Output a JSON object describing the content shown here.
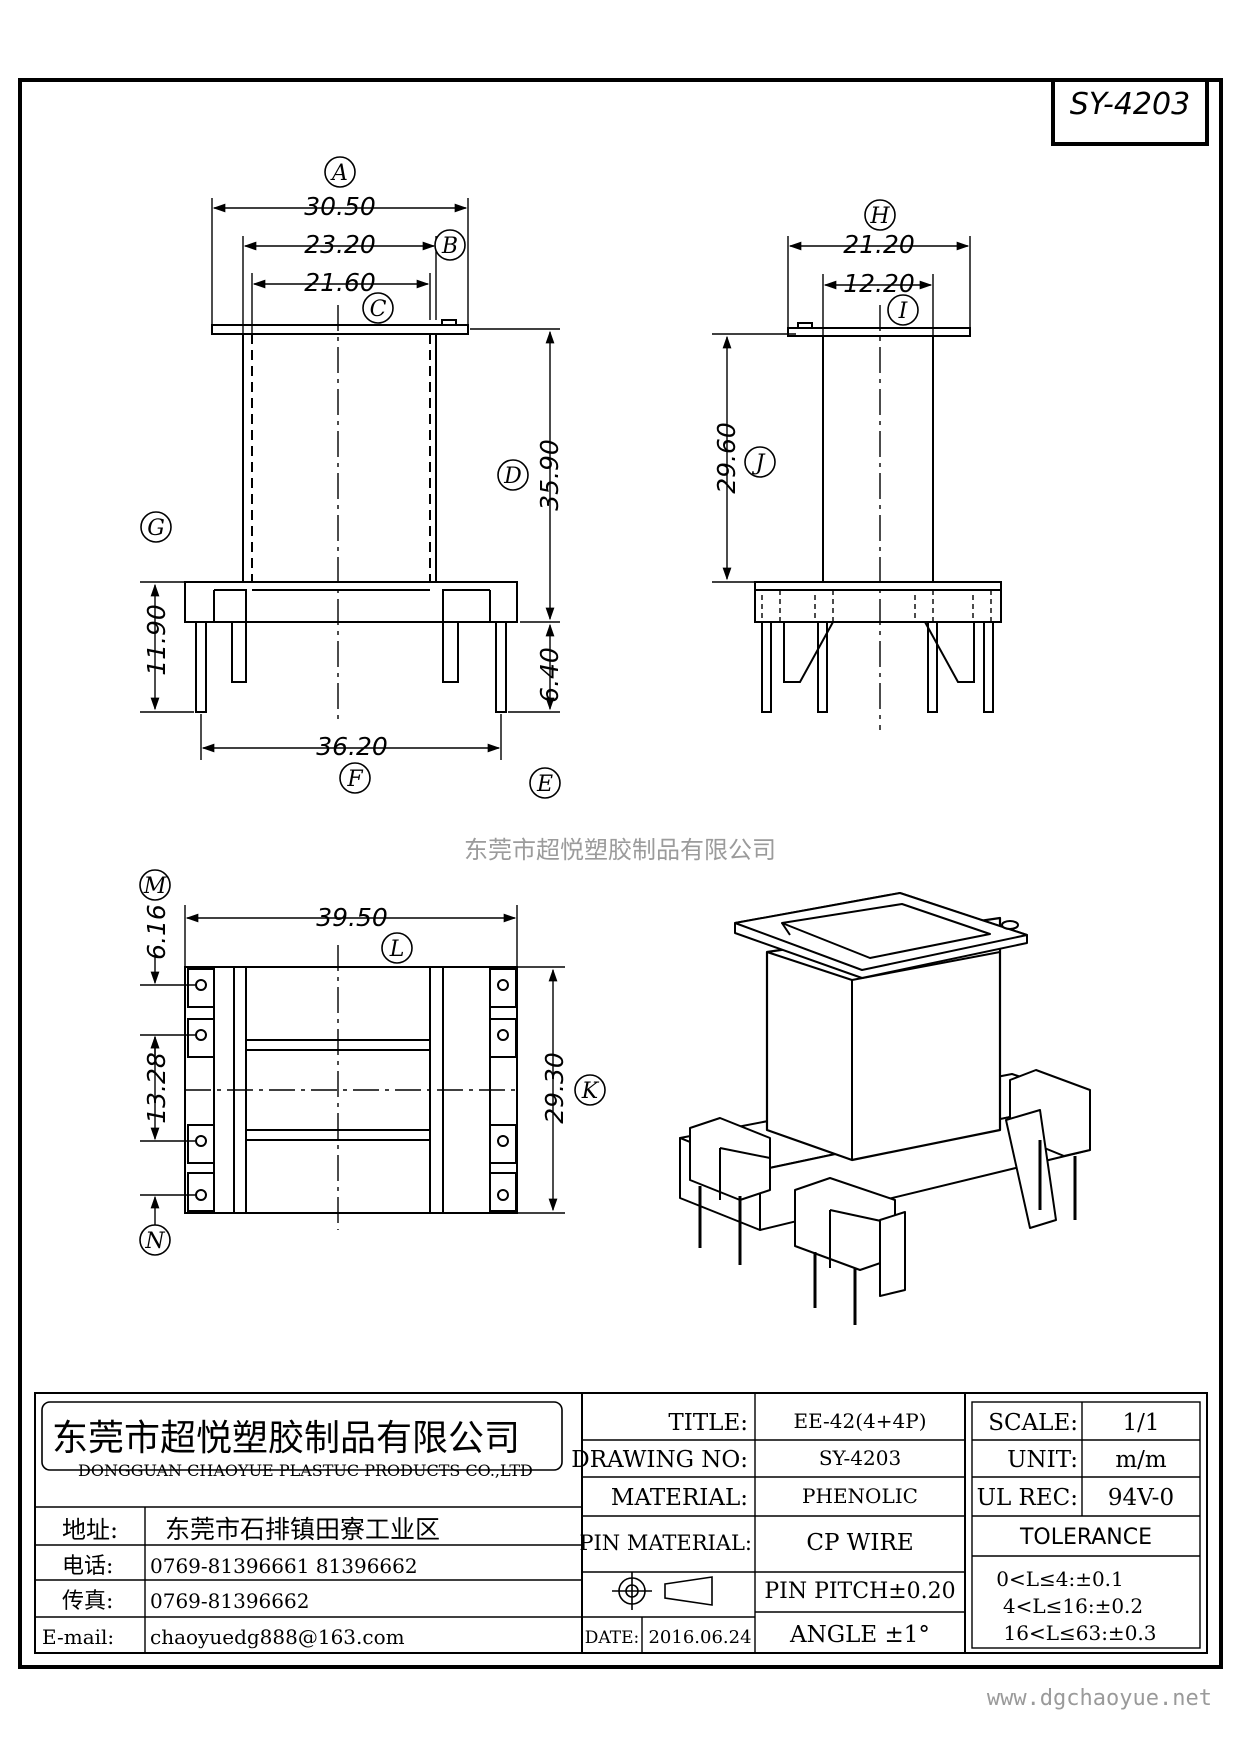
{
  "drawing": {
    "code": "SY-4203",
    "watermark": "东莞市超悦塑胶制品有限公司",
    "website": "www.dgchaoyue.net"
  },
  "dimensions": {
    "A": "30.50",
    "B": "23.20",
    "C": "21.60",
    "D": "35.90",
    "E": "6.40",
    "F": "36.20",
    "G": "11.90",
    "H": "21.20",
    "I": "12.20",
    "J": "29.60",
    "K": "29.30",
    "L": "39.50",
    "M": "6.16",
    "N": "13.28"
  },
  "labels": {
    "A": "A",
    "B": "B",
    "C": "C",
    "D": "D",
    "E": "E",
    "F": "F",
    "G": "G",
    "H": "H",
    "I": "I",
    "J": "J",
    "K": "K",
    "L": "L",
    "M": "M",
    "N": "N"
  },
  "company": {
    "name_cn": "东莞市超悦塑胶制品有限公司",
    "name_en": "DONGGUAN CHAOYUE PLASTUC PRODUCTS CO.,LTD",
    "address_label": "地址:",
    "address": "东莞市石排镇田寮工业区",
    "phone_label": "电话:",
    "phone": "0769-81396661  81396662",
    "fax_label": "传真:",
    "fax": "0769-81396662",
    "email_label": "E-mail:",
    "email": "chaoyuedg888@163.com"
  },
  "title_block": {
    "title_label": "TITLE:",
    "title": "EE-42(4+4P)",
    "drawing_no_label": "DRAWING NO:",
    "drawing_no": "SY-4203",
    "material_label": "MATERIAL:",
    "material": "PHENOLIC",
    "pin_material_label": "PIN MATERIAL:",
    "pin_material": "CP WIRE",
    "date_label": "DATE:",
    "date": "2016.06.24",
    "pin_pitch": "PIN PITCH±0.20",
    "angle": "ANGLE  ±1°",
    "scale_label": "SCALE:",
    "scale": "1/1",
    "unit_label": "UNIT:",
    "unit": "m/m",
    "ul_label": "UL REC:",
    "ul": "94V-0",
    "tolerance_label": "TOLERANCE",
    "tol1": "0<L≤4:±0.1",
    "tol2": "4<L≤16:±0.2",
    "tol3": "16<L≤63:±0.3"
  }
}
